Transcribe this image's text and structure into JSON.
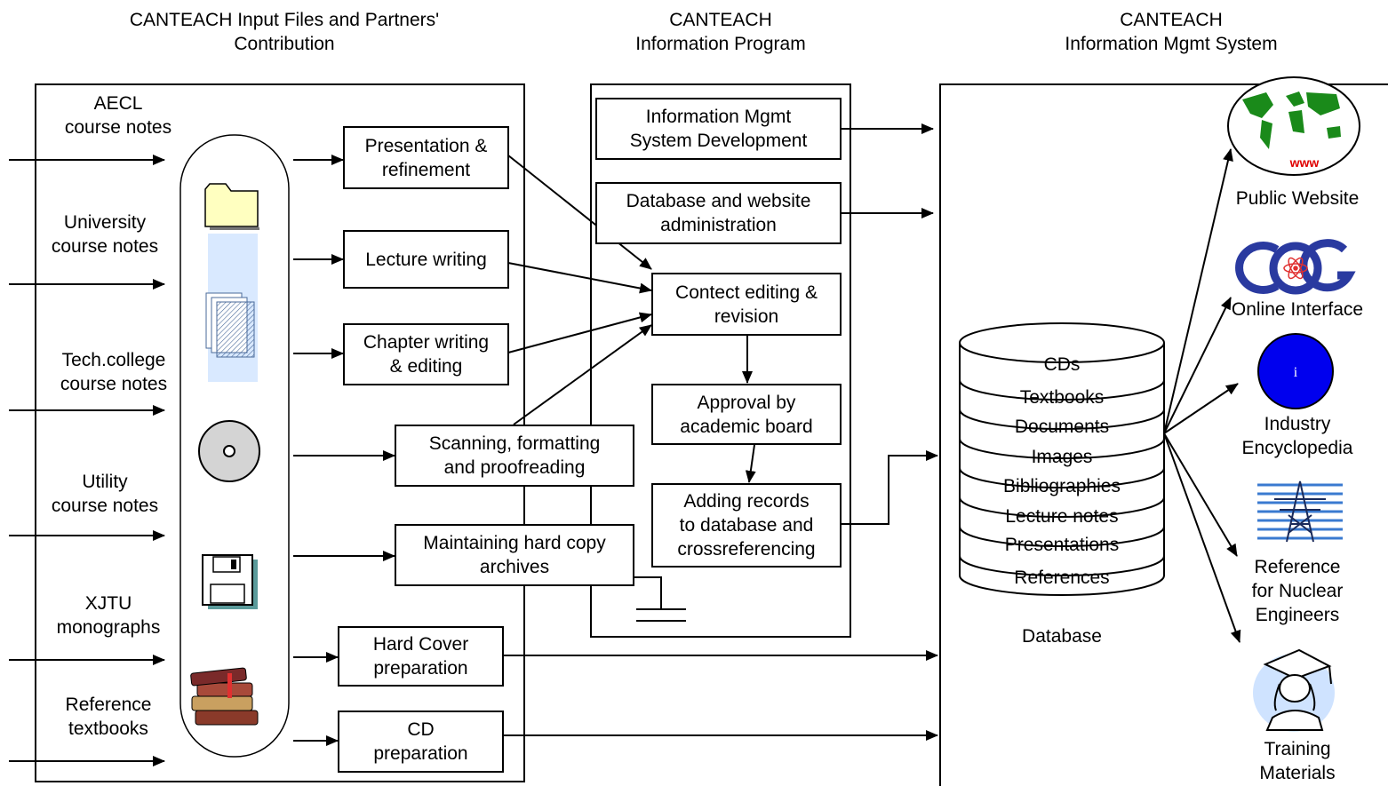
{
  "headers": {
    "left": "CANTEACH Input Files and Partners'\nContribution",
    "middle": "CANTEACH\nInformation Program",
    "right": "CANTEACH\nInformation Mgmt System"
  },
  "inputs": [
    "AECL\ncourse notes",
    "University\ncourse notes",
    "Tech.college\ncourse notes",
    "Utility\ncourse notes",
    "XJTU\nmonographs",
    "Reference\ntextbooks"
  ],
  "processes": {
    "presentation": "Presentation &\nrefinement",
    "lecture": "Lecture writing",
    "chapter": "Chapter writing\n& editing",
    "scanning": "Scanning, formatting\nand proofreading",
    "archives": "Maintaining hard copy\narchives",
    "hardcover": "Hard Cover\npreparation",
    "cd": "CD\npreparation"
  },
  "program": {
    "ims_dev": "Information Mgmt\nSystem Development",
    "db_admin": "Database and website\nadministration",
    "editing": "Contect editing &\nrevision",
    "approval": "Approval  by\nacademic board",
    "records": "Adding records\nto database and\ncrossreferencing"
  },
  "database": {
    "rows": [
      "CDs",
      "Textbooks",
      "Documents",
      "Images",
      "Bibliographies",
      "Lecture notes",
      "Presentations",
      "References"
    ],
    "label": "Database"
  },
  "outputs": {
    "www_text": "www",
    "public_website": "Public Website",
    "online_interface": "Online Interface",
    "encyclopedia_icon": "i",
    "encyclopedia": "Industry\nEncyclopedia",
    "reference": "Reference\nfor Nuclear\nEngineers",
    "training": "Training\nMaterials"
  },
  "colors": {
    "folder": "#ffffc0",
    "stack": "#cfe3ff",
    "disk": "#d4d4d4",
    "floppy": "#5a9a9a",
    "world_green": "#1a8a1a",
    "www_red": "#e00000",
    "cog_blue": "#2a3aa0",
    "encyclopedia_blue": "#0000ee",
    "tower_blue": "#3a7ad0"
  }
}
